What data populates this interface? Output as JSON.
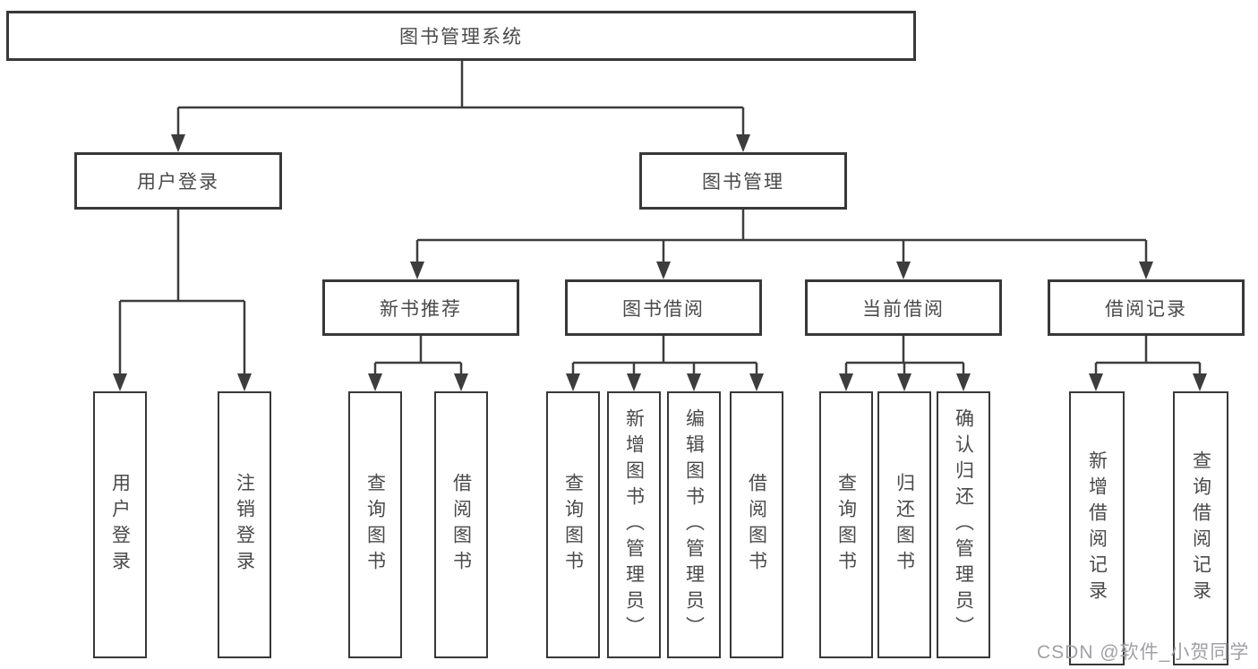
{
  "diagram": {
    "title": "图书管理系统",
    "root": {
      "label": "图书管理系统"
    },
    "level2": [
      {
        "id": "user-login",
        "label": "用户登录"
      },
      {
        "id": "book-management",
        "label": "图书管理"
      }
    ],
    "level3": [
      {
        "id": "new-book-recommend",
        "parent": "图书管理",
        "label": "新书推荐"
      },
      {
        "id": "book-borrowing",
        "parent": "图书管理",
        "label": "图书借阅"
      },
      {
        "id": "current-borrowing",
        "parent": "图书管理",
        "label": "当前借阅"
      },
      {
        "id": "borrowing-records",
        "parent": "图书管理",
        "label": "借阅记录"
      }
    ],
    "leaves": [
      {
        "parent": "用户登录",
        "label": "用户登录"
      },
      {
        "parent": "用户登录",
        "label": "注销登录"
      },
      {
        "parent": "新书推荐",
        "label": "查询图书"
      },
      {
        "parent": "新书推荐",
        "label": "借阅图书"
      },
      {
        "parent": "图书借阅",
        "label": "查询图书"
      },
      {
        "parent": "图书借阅",
        "label": "新增图书（管理员）"
      },
      {
        "parent": "图书借阅",
        "label": "编辑图书（管理员）"
      },
      {
        "parent": "图书借阅",
        "label": "借阅图书"
      },
      {
        "parent": "当前借阅",
        "label": "查询图书"
      },
      {
        "parent": "当前借阅",
        "label": "归还图书"
      },
      {
        "parent": "当前借阅",
        "label": "确认归还（管理员）"
      },
      {
        "parent": "借阅记录",
        "label": "新增借阅记录"
      },
      {
        "parent": "借阅记录",
        "label": "查询借阅记录"
      }
    ],
    "watermark": "CSDN @软件_小贺同学",
    "colors": {
      "background": "#ffffff",
      "box_border": "#383838",
      "connector_line": "#3d3d3d",
      "text": "#4a4a4a",
      "watermark_text": "#a0a0a5"
    }
  }
}
